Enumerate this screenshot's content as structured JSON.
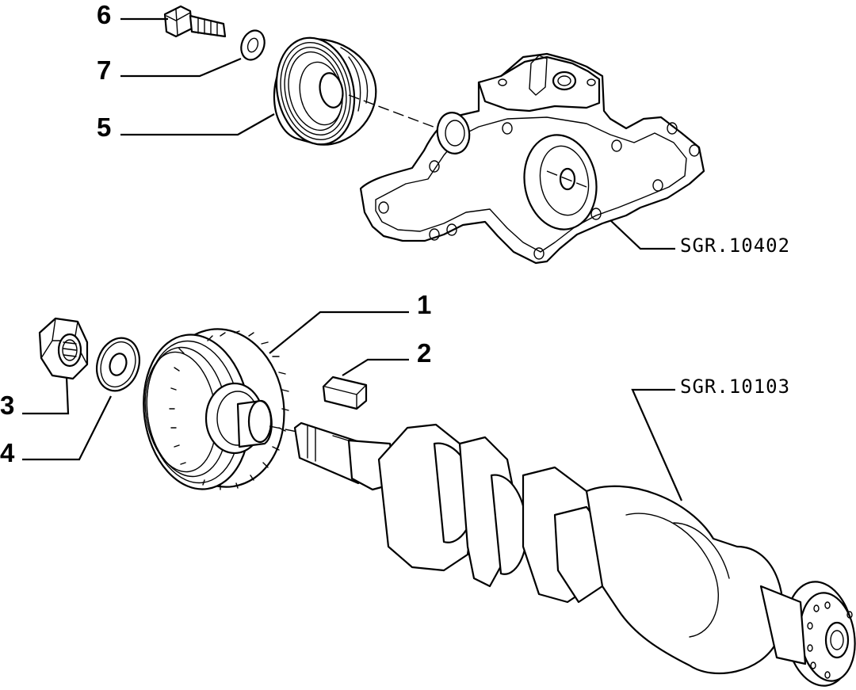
{
  "callouts": {
    "part_1": "1",
    "part_2": "2",
    "part_3": "3",
    "part_4": "4",
    "part_5": "5",
    "part_6": "6",
    "part_7": "7"
  },
  "references": {
    "water_pump": "SGR.10402",
    "crankshaft": "SGR.10103"
  }
}
